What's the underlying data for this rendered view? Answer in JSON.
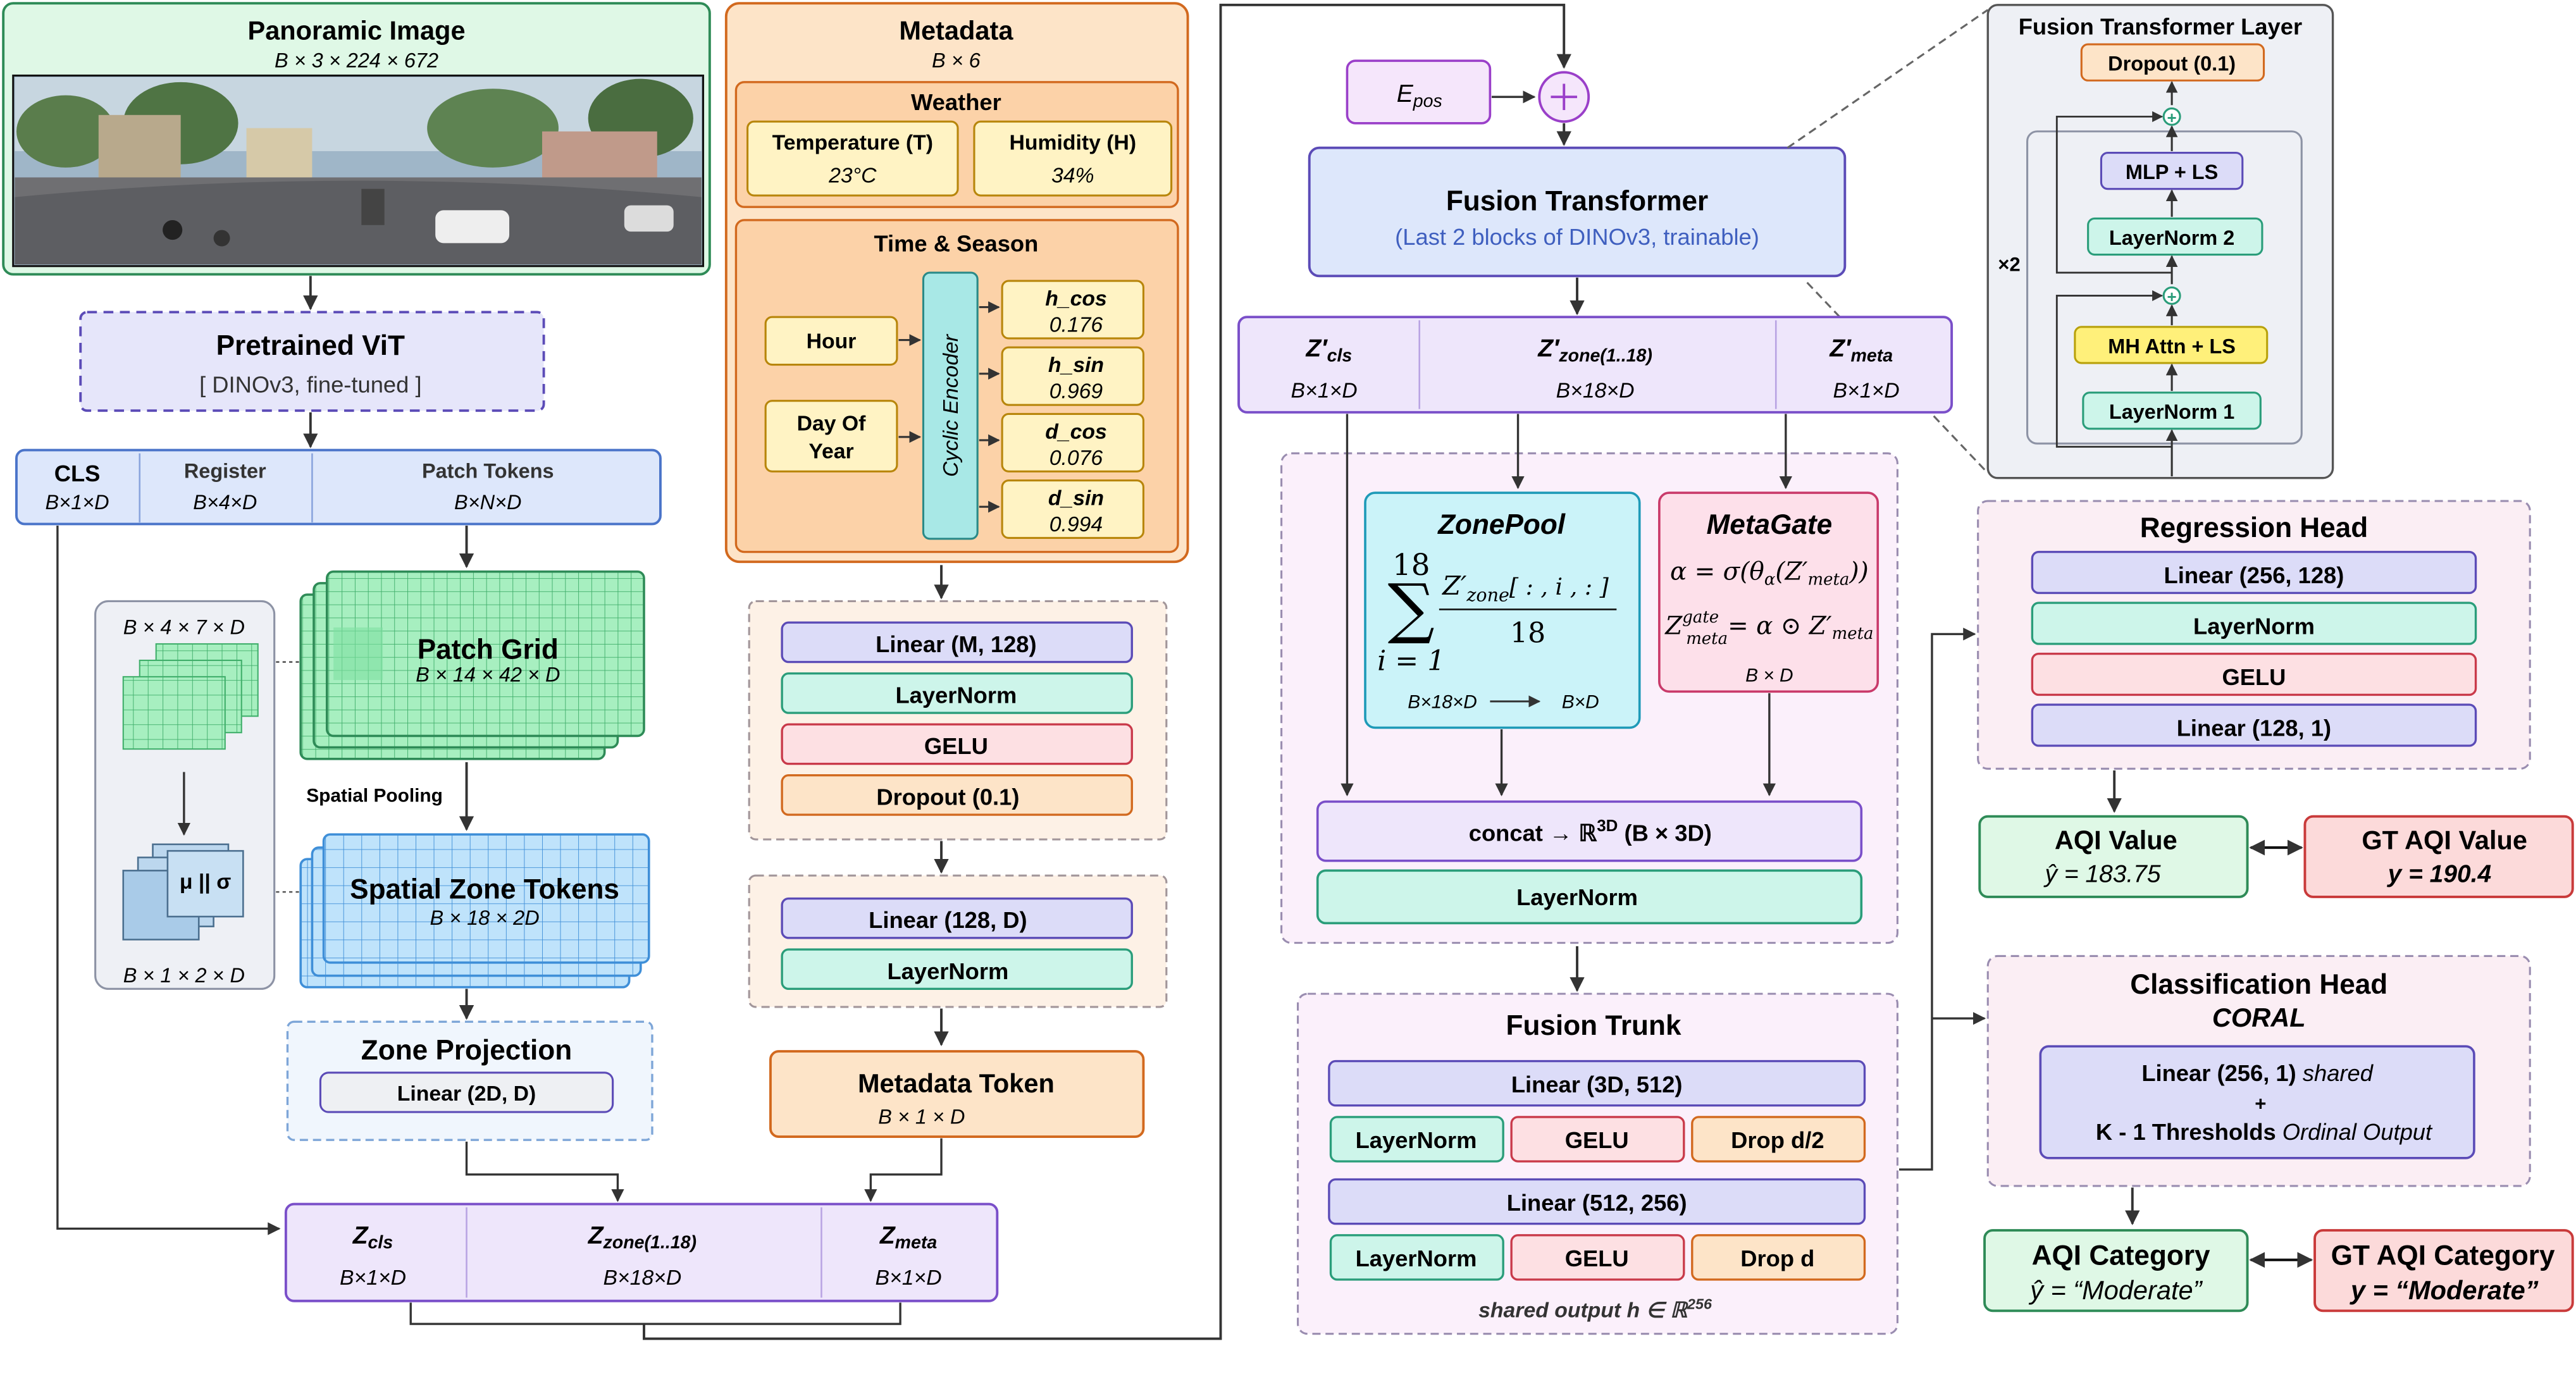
{
  "pano": {
    "title": "Panoramic Image",
    "shape": "B × 3 × 224 × 672"
  },
  "vit": {
    "title": "Pretrained ViT",
    "sub": "[ DINOv3, fine-tuned ]"
  },
  "tokens": {
    "cls": "CLS",
    "cls_shape": "B×1×D",
    "reg": "Register",
    "reg_shape": "B×4×D",
    "patch": "Patch Tokens",
    "patch_shape": "B×N×D"
  },
  "pool": {
    "grid_shape": "B × 4 × 7 × D",
    "musig": "μ || σ",
    "out_shape": "B × 1 × 2 × D",
    "label": "Spatial Pooling",
    "patch_grid_title": "Patch Grid",
    "patch_grid_shape": "B × 14 × 42 × D",
    "zone_tokens_title": "Spatial Zone Tokens",
    "zone_tokens_shape": "B × 18 × 2D"
  },
  "zone_proj": {
    "title": "Zone Projection",
    "linear": "Linear (2D, D)"
  },
  "zrow": {
    "cls_main": "Z",
    "cls_sub": "cls",
    "cls_shape": "B×1×D",
    "zone_main": "Z",
    "zone_sub": "zone(1..18)",
    "zone_shape": "B×18×D",
    "meta_main": "Z",
    "meta_sub": "meta",
    "meta_shape": "B×1×D"
  },
  "meta": {
    "title": "Metadata",
    "shape": "B × 6",
    "weather": "Weather",
    "temp_label": "Temperature (T)",
    "temp_value": "23°C",
    "hum_label": "Humidity (H)",
    "hum_value": "34%",
    "time_title": "Time & Season",
    "hour": "Hour",
    "day1": "Day Of",
    "day2": "Year",
    "encoder": "Cyclic Encoder",
    "features": [
      {
        "name": "h_cos",
        "value": "0.176"
      },
      {
        "name": "h_sin",
        "value": "0.969"
      },
      {
        "name": "d_cos",
        "value": "0.076"
      },
      {
        "name": "d_sin",
        "value": "0.994"
      }
    ]
  },
  "mlp1": {
    "linear": "Linear (M, 128)",
    "norm": "LayerNorm",
    "gelu": "GELU",
    "dropout": "Dropout (0.1)"
  },
  "mlp2": {
    "linear": "Linear (128, D)",
    "norm": "LayerNorm"
  },
  "meta_token": {
    "title": "Metadata Token",
    "shape": "B × 1 × D"
  },
  "epos": {
    "main": "E",
    "sub": "pos"
  },
  "fusion": {
    "title": "Fusion Transformer",
    "sub": "(Last 2 blocks of DINOv3, trainable)"
  },
  "zprime": {
    "cls_main": "Z′",
    "cls_sub": "cls",
    "cls_shape": "B×1×D",
    "zone_main": "Z′",
    "zone_sub": "zone(1..18)",
    "zone_shape": "B×18×D",
    "meta_main": "Z′",
    "meta_sub": "meta",
    "meta_shape": "B×1×D"
  },
  "zonepool": {
    "title": "ZonePool",
    "num": "Z′",
    "num_sub": "zone",
    "num_idx": "[ : , i , : ]",
    "den": "18",
    "sum_top": "18",
    "sum_bot": "i = 1",
    "in": "B×18×D",
    "out": "B×D"
  },
  "metagate": {
    "title": "MetaGate",
    "eq1": "α = σ(θ",
    "eq1_b": "α",
    "eq1_c": "(Z′",
    "eq1_d": "meta",
    "eq1_e": "))",
    "eq2_a": "Z",
    "eq2_sup": "gate",
    "eq2_sub": "meta",
    "eq2_b": "= α ⊙ Z′",
    "eq2_c": "meta",
    "shape": "B × D"
  },
  "concat": {
    "label": "concat → ℝ",
    "sup": "3D",
    "tail": " (B × 3D)",
    "norm": "LayerNorm"
  },
  "trunk": {
    "title": "Fusion Trunk",
    "lin1": "Linear (3D, 512)",
    "norm1": "LayerNorm",
    "gelu1": "GELU",
    "drop1": "Drop d/2",
    "lin2": "Linear (512, 256)",
    "norm2": "LayerNorm",
    "gelu2": "GELU",
    "drop2": "Drop d",
    "out": "shared output h ∈ ℝ",
    "out_sup": "256"
  },
  "ftl": {
    "title": "Fusion Transformer Layer",
    "dropout": "Dropout (0.1)",
    "mlp": "MLP + LS",
    "ln2": "LayerNorm 2",
    "attn": "MH Attn + LS",
    "ln1": "LayerNorm 1",
    "repeat": "×2"
  },
  "reg": {
    "title": "Regression Head",
    "l1": "Linear (256, 128)",
    "norm": "LayerNorm",
    "gelu": "GELU",
    "l2": "Linear (128, 1)"
  },
  "aqi": {
    "title": "AQI Value",
    "pred": "ŷ  = 183.75",
    "gt_title": "GT AQI Value",
    "gt": "y  = 190.4"
  },
  "cls_head": {
    "title": "Classification Head",
    "sub": "CORAL",
    "l1": "Linear (256, 1)",
    "l1_i": " shared",
    "plus": "+",
    "l2": "K - 1 Thresholds",
    "l2_i": " Ordinal Output"
  },
  "cat": {
    "title": "AQI Category",
    "pred": "ŷ = “Moderate”",
    "gt_title": "GT AQI Category",
    "gt": "y = “Moderate”"
  },
  "colors": {
    "green_bg": "#d9f7e1",
    "green_border": "#2e8b57",
    "purple_bg": "#e6e6fa",
    "purple_border": "#5b4bb7",
    "orange_bg": "#fcd9b5",
    "orange_border": "#d2691e",
    "teal_bg": "#cdf5ea",
    "red_bg": "#fde0e3",
    "blue_bg": "#dde7fb"
  }
}
